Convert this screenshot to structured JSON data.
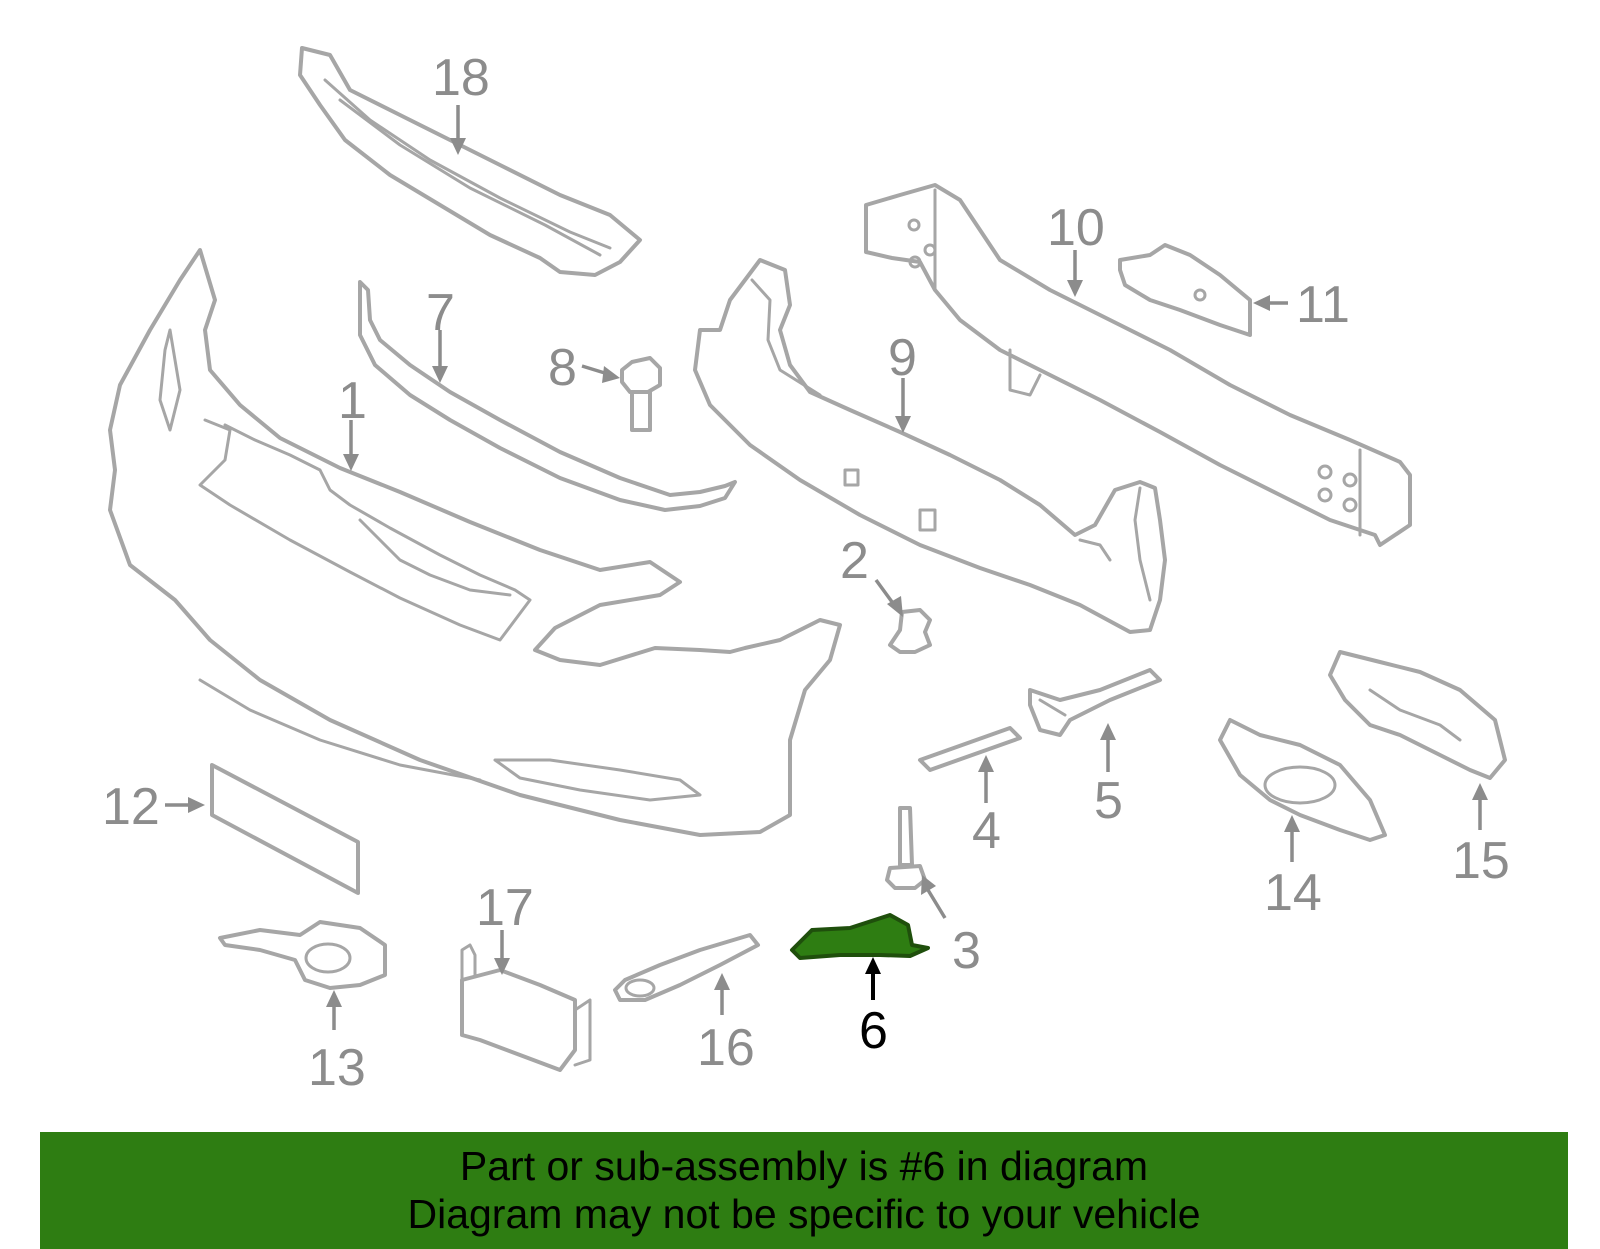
{
  "diagram": {
    "highlighted_part": "6",
    "callouts": [
      "1",
      "2",
      "3",
      "4",
      "5",
      "6",
      "7",
      "8",
      "9",
      "10",
      "11",
      "12",
      "13",
      "14",
      "15",
      "16",
      "17",
      "18"
    ]
  },
  "banner": {
    "line1": "Part or sub-assembly is #6 in diagram",
    "line2": "Diagram may not be specific to your vehicle"
  },
  "colors": {
    "highlight": "#2e7d12",
    "line_art": "#a6a6a6",
    "background": "#ffffff"
  }
}
